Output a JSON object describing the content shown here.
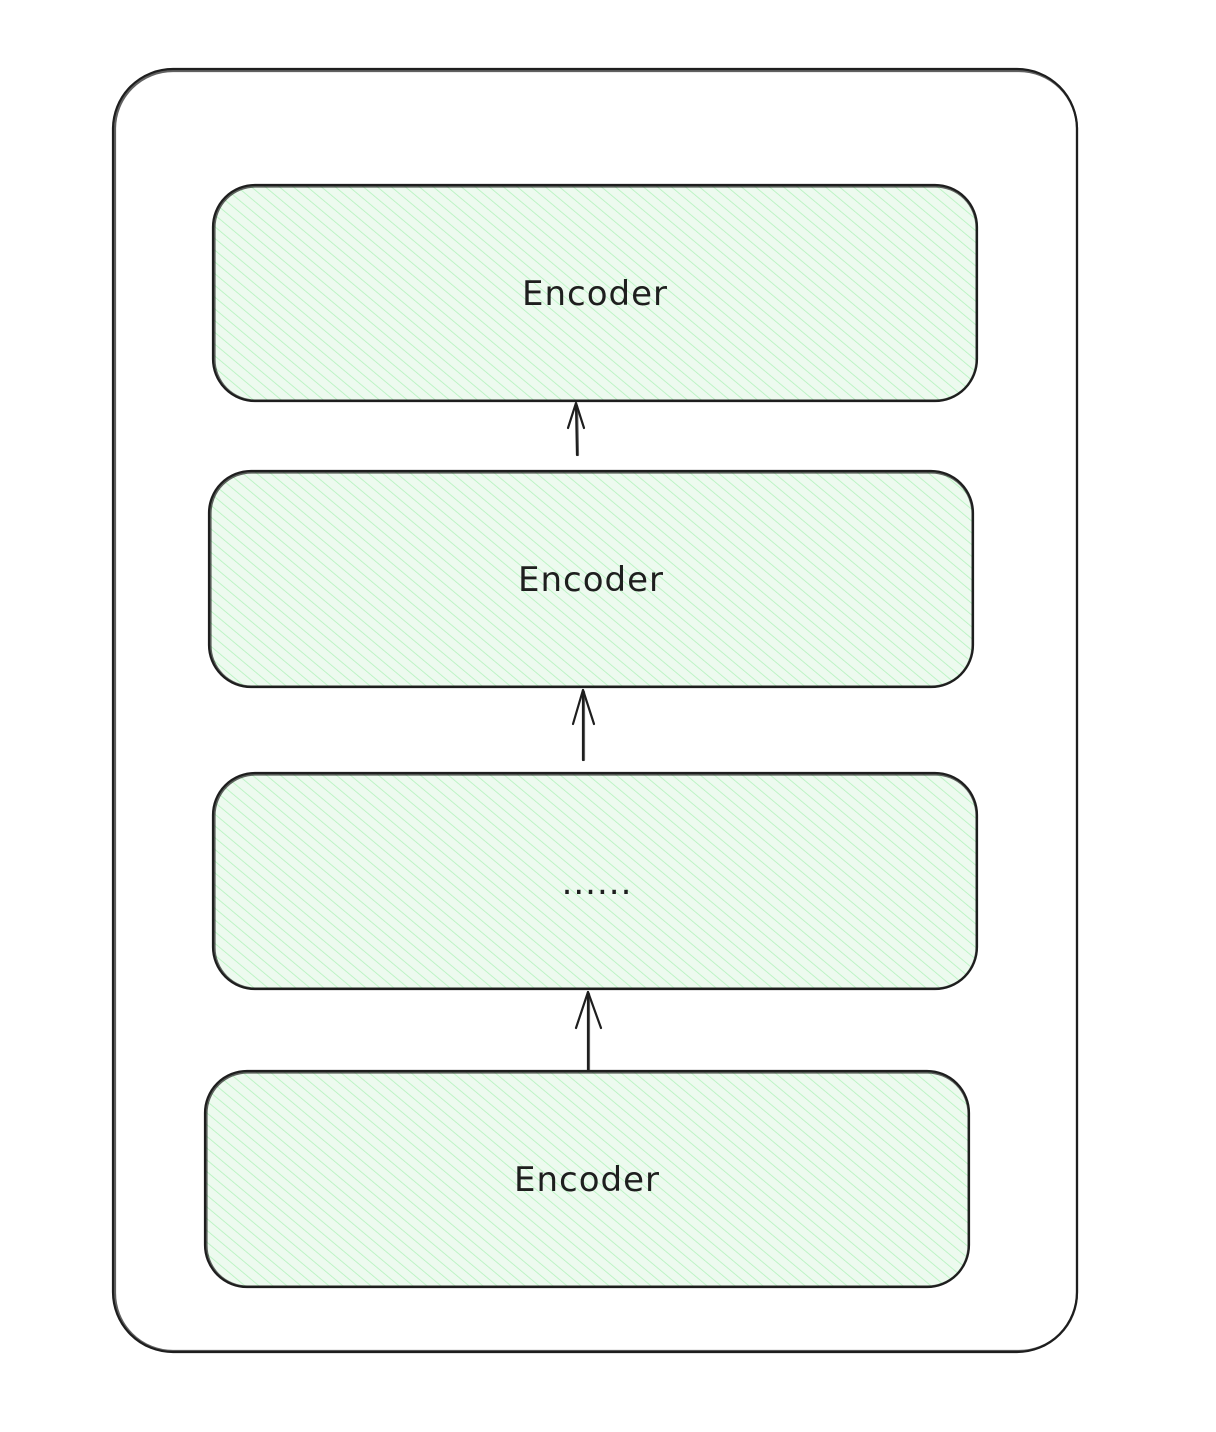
{
  "diagram": {
    "colors": {
      "stroke": "#1e1e1e",
      "block_fill": "#edfaef",
      "hatch": "#b2f2bb",
      "background": "#ffffff"
    },
    "blocks": [
      {
        "id": "encoder-top",
        "label": "Encoder"
      },
      {
        "id": "encoder-second",
        "label": "Encoder"
      },
      {
        "id": "ellipsis-block",
        "label": "......"
      },
      {
        "id": "encoder-bottom",
        "label": "Encoder"
      }
    ],
    "arrows": [
      {
        "from": "encoder-second",
        "to": "encoder-top"
      },
      {
        "from": "ellipsis-block",
        "to": "encoder-second"
      },
      {
        "from": "encoder-bottom",
        "to": "ellipsis-block"
      }
    ]
  }
}
